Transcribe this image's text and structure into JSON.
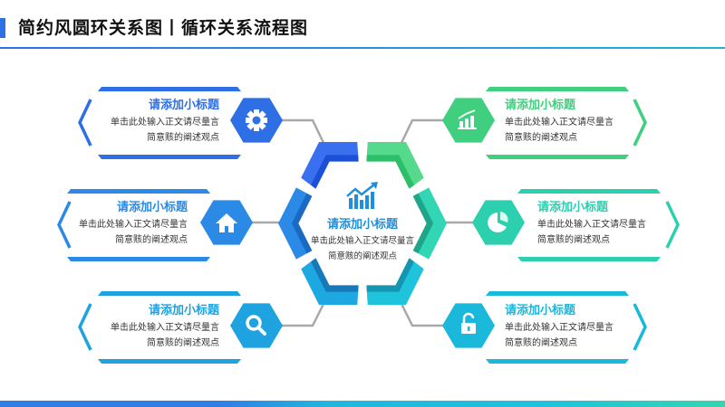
{
  "header": {
    "title": "简约风圆环关系图丨循环关系流程图"
  },
  "center": {
    "title": "请添加小标题",
    "line1": "单击此处输入正文请尽量言",
    "line2": "简意赅的阐述观点",
    "icon": "growth-chart-icon"
  },
  "cards": [
    {
      "title": "请添加小标题",
      "line1": "单击此处输入正文请尽量言",
      "line2": "简意赅的阐述观点",
      "icon": "gear-icon",
      "color": "#2f6fe6"
    },
    {
      "title": "请添加小标题",
      "line1": "单击此处输入正文请尽量言",
      "line2": "简意赅的阐述观点",
      "icon": "home-icon",
      "color": "#2b8ae6"
    },
    {
      "title": "请添加小标题",
      "line1": "单击此处输入正文请尽量言",
      "line2": "简意赅的阐述观点",
      "icon": "search-icon",
      "color": "#1ea3e0"
    },
    {
      "title": "请添加小标题",
      "line1": "单击此处输入正文请尽量言",
      "line2": "简意赅的阐述观点",
      "icon": "bar-chart-icon",
      "color": "#3fcf7f"
    },
    {
      "title": "请添加小标题",
      "line1": "单击此处输入正文请尽量言",
      "line2": "简意赅的阐述观点",
      "icon": "pie-chart-icon",
      "color": "#2ccfae"
    },
    {
      "title": "请添加小标题",
      "line1": "单击此处输入正文请尽量言",
      "line2": "简意赅的阐述观点",
      "icon": "unlock-icon",
      "color": "#1ab8da"
    }
  ]
}
